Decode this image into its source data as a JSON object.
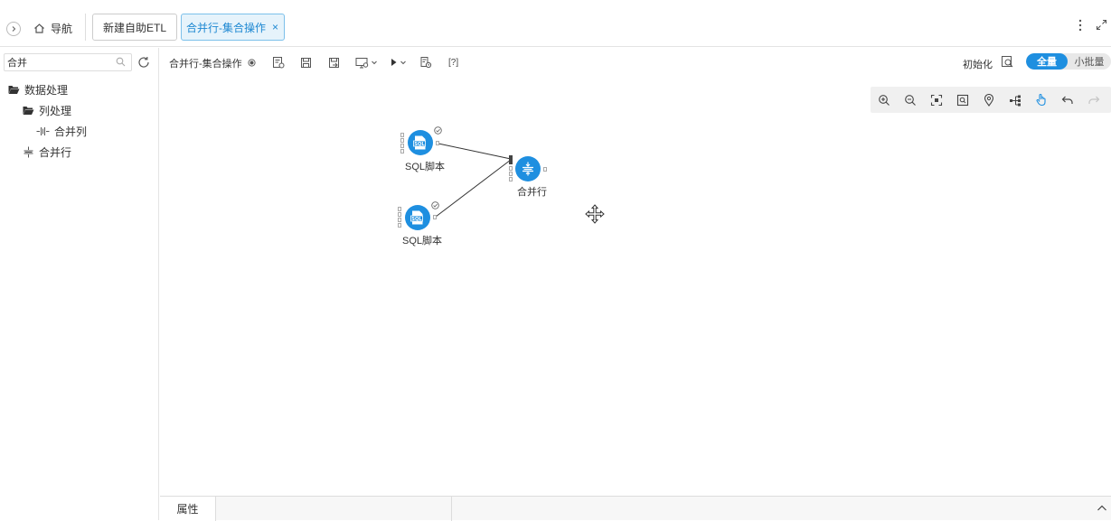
{
  "topbar": {
    "nav_label": "导航",
    "tabs": [
      {
        "label": "新建自助ETL",
        "active": false
      },
      {
        "label": "合并行-集合操作",
        "active": true
      }
    ],
    "close_glyph": "×"
  },
  "sidebar": {
    "search": {
      "value": "合并"
    },
    "tree": [
      {
        "label": "数据处理",
        "icon": "folder-open-icon",
        "level": 0
      },
      {
        "label": "列处理",
        "icon": "folder-open-icon",
        "level": 1
      },
      {
        "label": "合并列",
        "icon": "merge-columns-icon",
        "level": 2
      },
      {
        "label": "合并行",
        "icon": "merge-rows-icon",
        "level": 1
      }
    ]
  },
  "toolbar": {
    "title": "合并行-集合操作",
    "help_label": "[?]",
    "init_label": "初始化",
    "mode": {
      "full": "全量",
      "batch": "小批量",
      "selected": "full"
    }
  },
  "canvas": {
    "nodes": [
      {
        "id": "sql1",
        "label": "SQL脚本",
        "icon": "sql-script-icon",
        "status": "success"
      },
      {
        "id": "sql2",
        "label": "SQL脚本",
        "icon": "sql-script-icon",
        "status": "success"
      },
      {
        "id": "merge",
        "label": "合并行",
        "icon": "merge-rows-icon",
        "status": "none"
      }
    ],
    "links": [
      {
        "from": "sql1",
        "to": "merge"
      },
      {
        "from": "sql2",
        "to": "merge"
      }
    ]
  },
  "bottombar": {
    "tabs": [
      {
        "label": "属性",
        "active": true
      }
    ]
  },
  "colors": {
    "accent": "#1e8fe0",
    "tab_active_bg": "#e6f3fb",
    "border": "#e4e4e4"
  }
}
